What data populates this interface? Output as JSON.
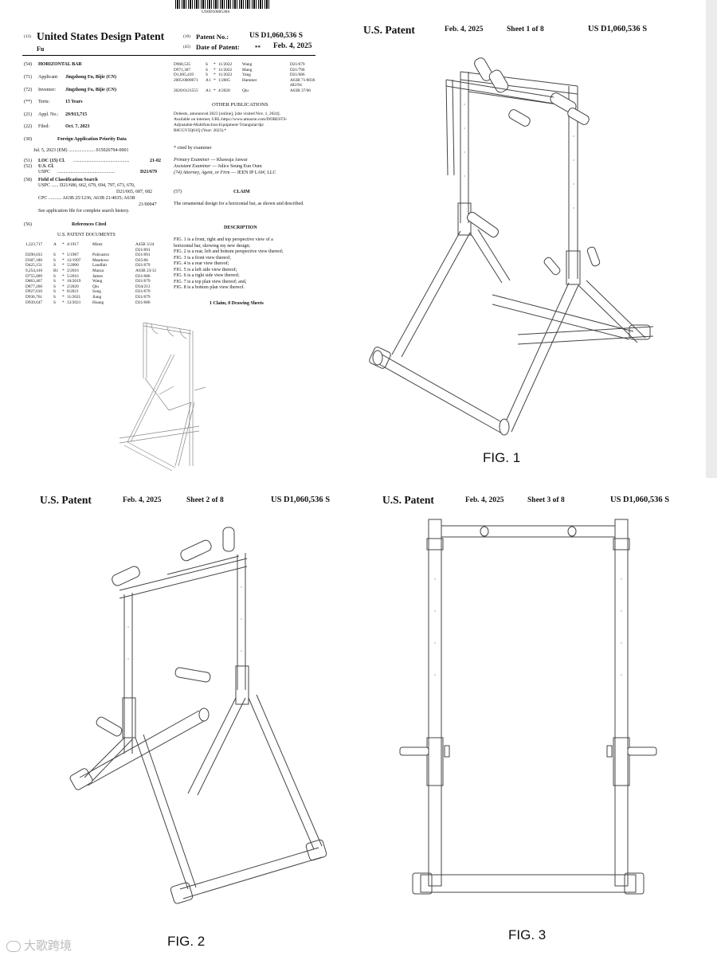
{
  "front": {
    "barcode_number": "US0D1060536S",
    "tag12": "(12)",
    "title": "United States Design Patent",
    "inventor_surname": "Fu",
    "tag10": "(10)",
    "patent_no_label": "Patent No.:",
    "patent_no": "US D1,060,536 S",
    "tag45": "(45)",
    "date_label": "Date of Patent:",
    "date_marker": "**",
    "date": "Feb. 4, 2025",
    "left_fields": [
      {
        "tag": "(54)",
        "label": "",
        "value": "HORIZONTAL BAR"
      },
      {
        "tag": "(71)",
        "label": "Applicant:",
        "value": "Jingzhong Fu, Bijie (CN)"
      },
      {
        "tag": "(72)",
        "label": "Inventor:",
        "value": "Jingzhong Fu, Bijie (CN)"
      },
      {
        "tag": "(**)",
        "label": "Term:",
        "value": "15 Years"
      },
      {
        "tag": "(21)",
        "label": "Appl. No.:",
        "value": "29/913,715"
      },
      {
        "tag": "(22)",
        "label": "Filed:",
        "value": "Oct. 7, 2023"
      }
    ],
    "priority": {
      "tag": "(30)",
      "heading": "Foreign Application Priority Data",
      "line": "Jul. 5, 2023    (EM) ...................... 015026794-0001"
    },
    "loc": {
      "tag": "(51)",
      "label": "LOC (15) Cl.",
      "value": "21-02"
    },
    "uscl": {
      "tag": "(52)",
      "label": "U.S. Cl.",
      "sub": "USPC",
      "value": "D21/679"
    },
    "field": {
      "tag": "(58)",
      "label": "Field of Classification Search",
      "lines": [
        "USPC ...... D21/686, 662, 679, 694, 797, 673, 670,",
        "D21/665, 687, 682",
        "CPC ........... A63B 25/1236; A63B 21/4035; A63B",
        "21/00047",
        "See application file for complete search history."
      ]
    },
    "refs": {
      "tag": "(56)",
      "heading": "References Cited",
      "subheading": "U.S. PATENT DOCUMENTS"
    },
    "us_docs": [
      [
        "1,223,717",
        "A",
        "*",
        "4/1917",
        "Mintz",
        "A45B 3/24"
      ],
      [
        "",
        "",
        "",
        "",
        "",
        "D21/691"
      ],
      [
        "D290,033",
        "S",
        "*",
        "5/1987",
        "Policastro",
        "D21/691"
      ],
      [
        "D387,180",
        "S",
        "*",
        "12/1997",
        "Meadows",
        "D25/66"
      ],
      [
        "D425,151",
        "S",
        "*",
        "5/2000",
        "Landfair",
        "D21/679"
      ],
      [
        "9,254,410",
        "B1",
        "*",
        "2/2016",
        "Mazza",
        "A63B 23/12"
      ],
      [
        "D755,009",
        "S",
        "*",
        "5/2016",
        "James",
        "D21/686"
      ],
      [
        "D863,467",
        "S",
        "*",
        "10/2019",
        "Wang",
        "D21/679"
      ],
      [
        "D877,266",
        "S",
        "*",
        "2/2020",
        "Qiu",
        "D34/213"
      ],
      [
        "D927,610",
        "S",
        "*",
        "8/2021",
        "Song",
        "D21/679"
      ],
      [
        "D936,761",
        "S",
        "*",
        "11/2021",
        "Jiang",
        "D21/679"
      ],
      [
        "D939,647",
        "S",
        "*",
        "12/2021",
        "Huang",
        "D21/686"
      ]
    ],
    "right_docs": [
      [
        "D968,535",
        "S",
        "*",
        "11/2022",
        "Wang",
        "D21/679"
      ],
      [
        "D971,307",
        "S",
        "*",
        "11/2022",
        "Mang",
        "D21/796"
      ],
      [
        "D1,005,419",
        "S",
        "*",
        "11/2023",
        "Yang",
        "D21/686"
      ],
      [
        "2005/0009671",
        "A1",
        "*",
        "1/2005",
        "Hammer",
        "A63B 71/0036"
      ],
      [
        "",
        "",
        "",
        "",
        "",
        "482/94"
      ],
      [
        "2020/0121555",
        "A1",
        "*",
        "4/2020",
        "Qiu",
        "A63B 37/00"
      ]
    ],
    "other_pub": {
      "heading": "OTHER PUBLICATIONS",
      "lines": [
        "Dobests, announced 2023 [online], [site visited Nov. 1, 2024].",
        "Available on internet, URL:https://www.amazon.com/DOBESTS-",
        "Adjustable-Multifunction-Equipment-Triangular/dp/",
        "B0CGV5Q61Q (Year: 2023).*"
      ]
    },
    "cited": "* cited by examiner",
    "examiners": [
      {
        "label": "Primary Examiner",
        "value": " — Khawaja Anwar"
      },
      {
        "label": "Assistant Examiner",
        "value": " — Julice Seung Eun Oum"
      },
      {
        "label": "(74) Attorney, Agent, or Firm",
        "value": " — JEEN IP LAW, LLC"
      }
    ],
    "claim": {
      "tag": "(57)",
      "heading": "CLAIM",
      "text": "The ornamental design for a horizontal bar, as shown and described."
    },
    "description": {
      "heading": "DESCRIPTION",
      "lines": [
        "FIG. 1 is a front, right and top perspective view of a",
        "horizontal bar, showing my new design;",
        "FIG. 2 is a rear, left and bottom perspective view thereof;",
        "FIG. 3 is a front view thereof;",
        "FIG. 4 is a rear view thereof;",
        "FIG. 5 is a left side view thereof;",
        "FIG. 6 is a right side view thereof;",
        "FIG. 7 is a top plan view thereof; and,",
        "FIG. 8 is a bottom plan view thereof."
      ],
      "summary": "1 Claim, 8 Drawing Sheets"
    }
  },
  "sheets": [
    {
      "patent": "U.S. Patent",
      "date": "Feb. 4, 2025",
      "sheet": "Sheet 1 of 8",
      "number": "US D1,060,536 S",
      "figure": "FIG. 1"
    },
    {
      "patent": "U.S. Patent",
      "date": "Feb. 4, 2025",
      "sheet": "Sheet 2 of 8",
      "number": "US D1,060,536 S",
      "figure": "FIG. 2"
    },
    {
      "patent": "U.S. Patent",
      "date": "Feb. 4, 2025",
      "sheet": "Sheet 3 of 8",
      "number": "US D1,060,536 S",
      "figure": "FIG. 3"
    }
  ],
  "watermark": "大歌跨境"
}
